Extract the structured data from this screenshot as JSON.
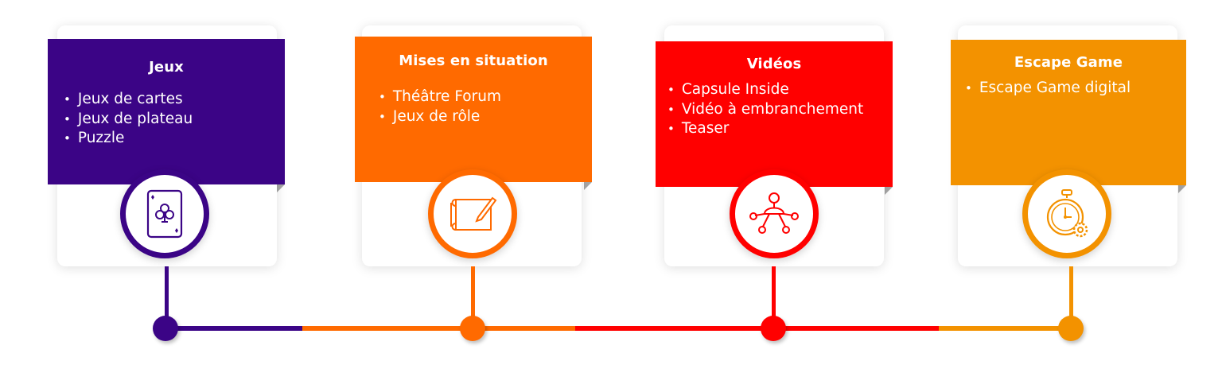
{
  "colors": {
    "purple": "#3b0486",
    "orange": "#ff6a00",
    "red": "#ff0000",
    "amber": "#f39200"
  },
  "cards": [
    {
      "title": "Jeux",
      "items": [
        "Jeux de cartes",
        "Jeux de plateau",
        "Puzzle"
      ],
      "icon": "playing-card-icon"
    },
    {
      "title": "Mises en situation",
      "items": [
        "Théâtre Forum",
        "Jeux de rôle"
      ],
      "icon": "scroll-pencil-icon"
    },
    {
      "title": "Vidéos",
      "items": [
        "Capsule Inside",
        "Vidéo à embranchement",
        "Teaser"
      ],
      "icon": "network-nodes-icon"
    },
    {
      "title": "Escape Game",
      "items": [
        "Escape Game digital"
      ],
      "icon": "stopwatch-gear-icon"
    }
  ]
}
